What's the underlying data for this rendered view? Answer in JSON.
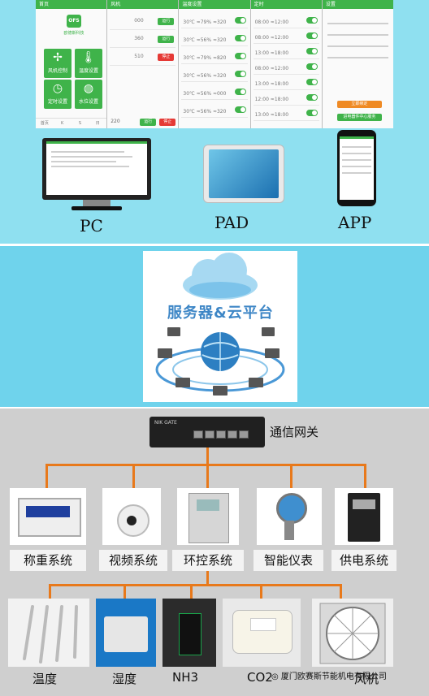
{
  "app_screens": {
    "home": {
      "title": "首页",
      "logo": "OFS",
      "company": "欧德斯科技",
      "tiles": [
        {
          "label": "风机控制",
          "icon": "fan-icon"
        },
        {
          "label": "温度设置",
          "icon": "thermometer-icon"
        },
        {
          "label": "定时设置",
          "icon": "clock-icon"
        },
        {
          "label": "水位设置",
          "icon": "water-icon"
        }
      ],
      "tabs": [
        "首页",
        "K",
        "S",
        "日"
      ]
    },
    "fan": {
      "title": "风机",
      "rows": [
        "000",
        "360",
        "510"
      ],
      "run": "运行",
      "stop": "停止",
      "bottom_value": "220"
    },
    "temperature": {
      "title": "温度设置",
      "rows": [
        "30℃  ≈79%  ≈320",
        "30℃  ≈56%  ≈320",
        "30℃  ≈79%  ≈820",
        "30℃  ≈56%  ≈320",
        "30℃  ≈56%  ≈000",
        "30℃  ≈56%  ≈320"
      ]
    },
    "timer": {
      "title": "定时",
      "rows": [
        "08:00  ≈12:00",
        "08:00  ≈12:00",
        "13:00  ≈18:00",
        "08:00  ≈12:00",
        "13:00  ≈18:00",
        "12:00  ≈18:00",
        "13:00  ≈18:00"
      ]
    },
    "settings": {
      "title": "设置",
      "btn_orange": "立即绑定",
      "btn_green": "进电器件中心服务"
    }
  },
  "devices": [
    {
      "label": "PC"
    },
    {
      "label": "PAD"
    },
    {
      "label": "APP"
    }
  ],
  "cloud": {
    "label": "服务器&云平台"
  },
  "gateway": {
    "label": "通信网关",
    "brand": "NIK GATE"
  },
  "systems": [
    "称重系统",
    "视频系统",
    "环控系统",
    "智能仪表",
    "供电系统"
  ],
  "sensors": [
    "温度",
    "湿度",
    "NH3",
    "CO2",
    "风机"
  ],
  "watermark": "厦门欧赛斯节能机电有限公司",
  "colors": {
    "app_green": "#3fb34a",
    "connector": "#e8791b",
    "cloud_text": "#3d86c6"
  }
}
